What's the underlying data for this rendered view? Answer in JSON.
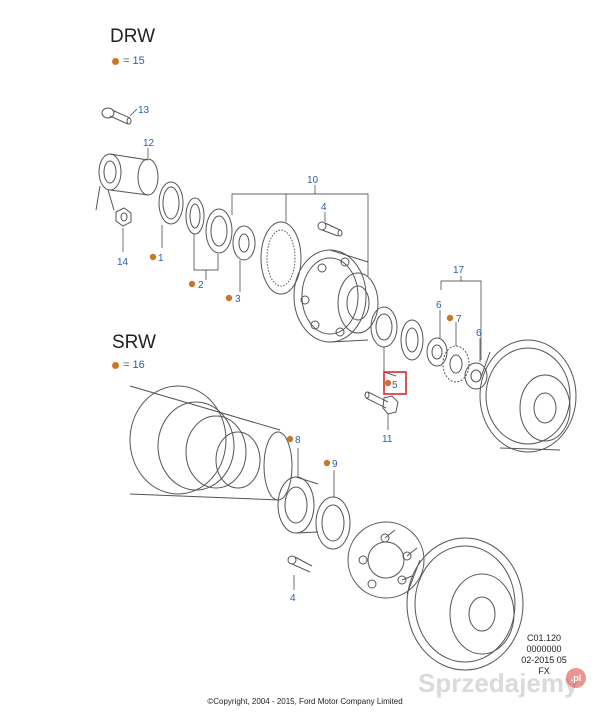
{
  "colors": {
    "line": "#555555",
    "callout": "#2a5ea8",
    "dot": "#c8782a",
    "highlight": "#d92c2c",
    "watermark": "#999999"
  },
  "drw": {
    "title": "DRW",
    "legend": "= 15"
  },
  "srw": {
    "title": "SRW",
    "legend": "= 16"
  },
  "callouts": {
    "c1": "1",
    "c2": "2",
    "c3": "3",
    "c4a": "4",
    "c4b": "4",
    "c5": "5",
    "c6a": "6",
    "c6b": "6",
    "c7": "7",
    "c8": "8",
    "c9": "9",
    "c10": "10",
    "c11": "11",
    "c12": "12",
    "c13": "13",
    "c14": "14",
    "c17": "17"
  },
  "ref": {
    "line1": "C01.120",
    "line2": "0000000",
    "line3": "02-2015 05",
    "line4": "FX"
  },
  "copyright": "©Copyright, 2004 - 2015, Ford Motor Company Limited",
  "watermark": {
    "text": "Sprzedajemy",
    "badge": ".pl"
  }
}
